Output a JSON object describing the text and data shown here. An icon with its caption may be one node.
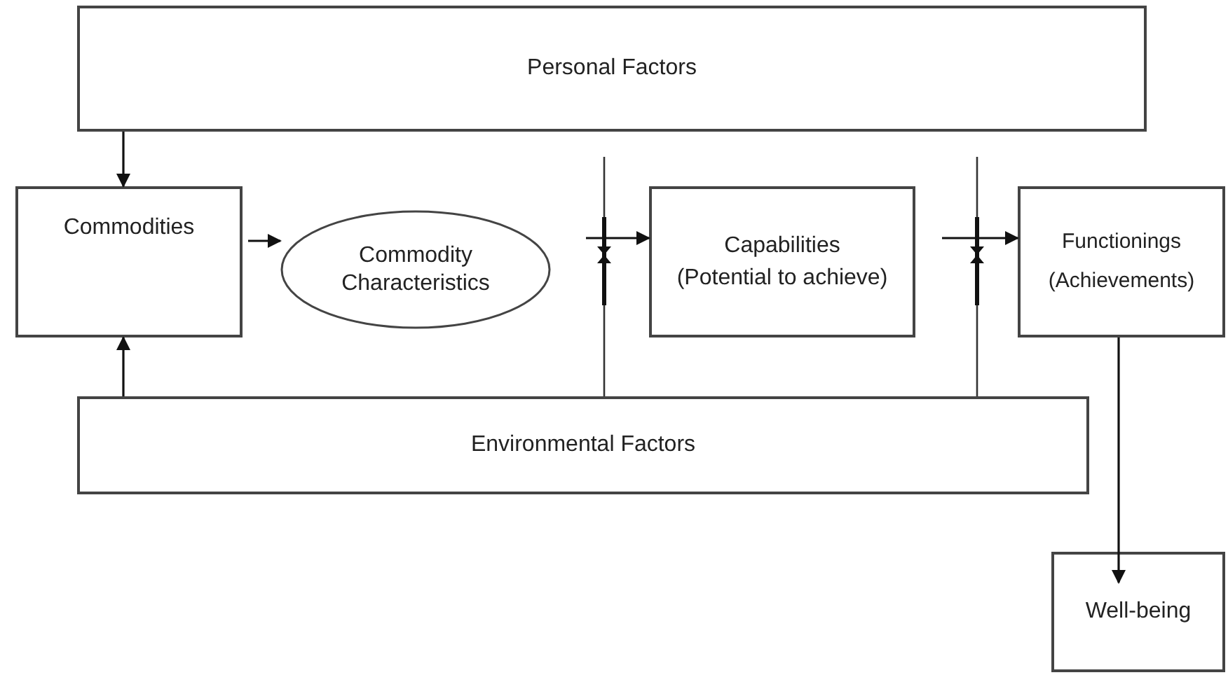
{
  "diagram": {
    "nodes": [
      {
        "text": [
          "Personal Factors"
        ]
      },
      {
        "text": [
          "Commodities"
        ]
      },
      {
        "text": [
          "Commodity Characteristics"
        ]
      },
      {
        "text": [
          "Capabilities",
          "(Potential to achieve)"
        ]
      },
      {
        "text": [
          "Functionings",
          "(Achievements)"
        ]
      },
      {
        "text": [
          "Environmental Factors"
        ]
      },
      {
        "text": [
          "Well-being"
        ]
      }
    ],
    "edges": [
      {
        "from": 0,
        "to": 1,
        "arrow": "to"
      },
      {
        "from": 5,
        "to": 1,
        "arrow": "to"
      },
      {
        "from": 1,
        "to": 2,
        "arrow": "to"
      },
      {
        "from": 2,
        "to": 3,
        "arrow": "to"
      },
      {
        "from": 3,
        "to": 4,
        "arrow": "to"
      },
      {
        "from": 4,
        "to": 6,
        "arrow": "to"
      }
    ]
  }
}
